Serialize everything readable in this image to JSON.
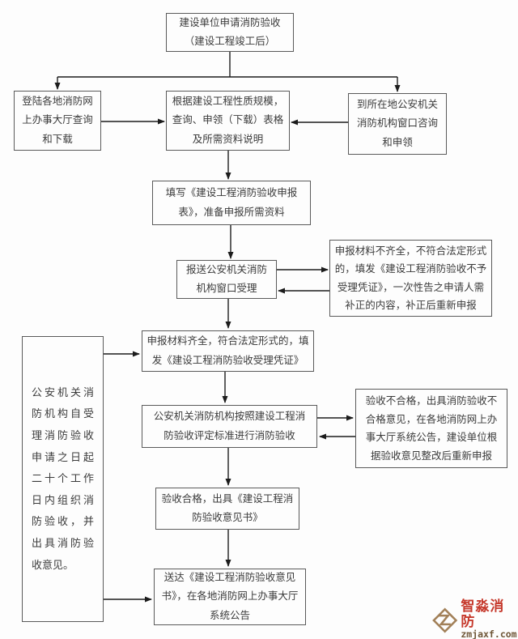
{
  "flowchart": {
    "nodes": {
      "apply": {
        "lines": [
          "建设单位申请消防验收",
          "（建设工程竣工后）"
        ]
      },
      "online": {
        "lines": [
          "登陆各地消防网",
          "上办事大厅查询",
          "和下载"
        ]
      },
      "forms": {
        "lines": [
          "根据建设工程性质规模，",
          "查询、申领（下载）表格",
          "及所需资料说明"
        ]
      },
      "counter": {
        "lines": [
          "到所在地公安机关",
          "消防机构窗口咨询",
          "和申领"
        ]
      },
      "fill": {
        "lines": [
          "填写《建设工程消防验收申报",
          "表》，准备申报所需资料"
        ]
      },
      "submit": {
        "lines": [
          "报送公安机关消防",
          "机构窗口受理"
        ]
      },
      "incomplete": {
        "lines": [
          "申报材料不齐全，不符合法定形式",
          "的，填发《建设工程消防验收不予",
          "受理凭证》，一次性告之申请人需",
          "补正的内容，补正后重新申报"
        ]
      },
      "accepted": {
        "lines": [
          "申报材料齐全，符合法定形式的，填",
          "发《建设工程消防验收受理凭证》"
        ]
      },
      "timeline": {
        "text": "公安机关消防机构自受理消防验收申请之日起二十个工作日内组织消防验收，并出具消防验收意见。"
      },
      "assess": {
        "lines": [
          "公安机关消防机构按照建设工程消",
          "防验收评定标准进行消防验收"
        ]
      },
      "fail": {
        "lines": [
          "验收不合格，出具消防验收不",
          "合格意见，在各地消防网上办",
          "事大厅系统公告，建设单位根",
          "据验收意见整改后重新申报"
        ]
      },
      "pass": {
        "lines": [
          "验收合格，出具《建设工程消",
          "防验收意见书》"
        ]
      },
      "deliver": {
        "lines": [
          "送达《建设工程消防验收意见",
          "书》，在各地消防网上办事大厅",
          "系统公告"
        ]
      }
    },
    "edges": [
      {
        "from": "apply",
        "to": "online"
      },
      {
        "from": "apply",
        "to": "counter"
      },
      {
        "from": "online",
        "to": "forms"
      },
      {
        "from": "counter",
        "to": "forms"
      },
      {
        "from": "forms",
        "to": "fill"
      },
      {
        "from": "fill",
        "to": "submit"
      },
      {
        "from": "submit",
        "to": "incomplete"
      },
      {
        "from": "incomplete",
        "to": "submit"
      },
      {
        "from": "submit",
        "to": "accepted"
      },
      {
        "from": "timeline",
        "to": "accepted"
      },
      {
        "from": "accepted",
        "to": "assess"
      },
      {
        "from": "assess",
        "to": "fail"
      },
      {
        "from": "fail",
        "to": "assess"
      },
      {
        "from": "assess",
        "to": "pass"
      },
      {
        "from": "pass",
        "to": "deliver"
      },
      {
        "from": "timeline",
        "to": "deliver"
      }
    ],
    "line_color": "#1c1c1c",
    "box_border_color": "#5a5a5a"
  },
  "watermark": {
    "brand": "智淼消防",
    "domain": "zmjaxf.com",
    "brand_color": "#c6392c",
    "domain_color": "#6e5637",
    "icon_color": "#a28058",
    "icon": "diamond-z-logo-icon"
  }
}
